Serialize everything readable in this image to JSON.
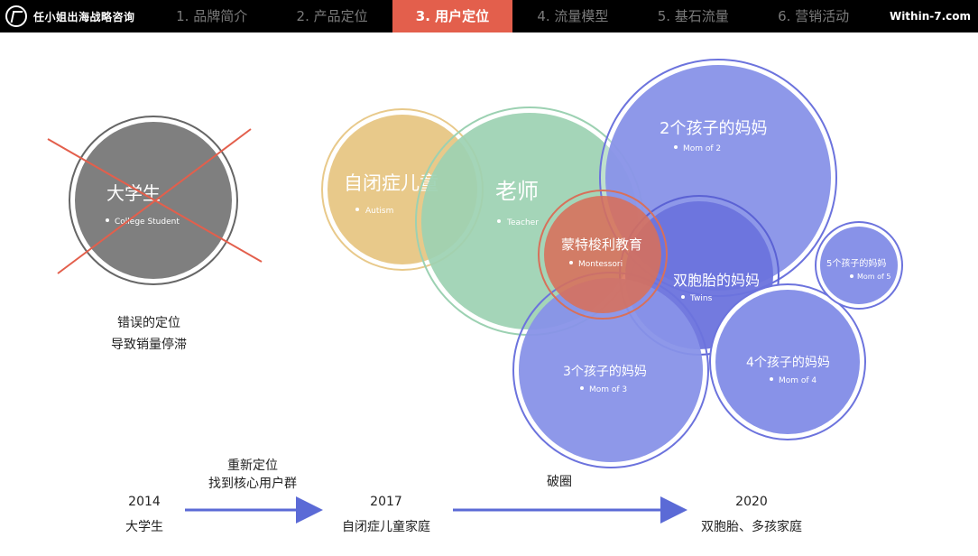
{
  "header": {
    "brand": "任小姐出海战略咨询",
    "tabs": [
      {
        "label": "1. 品牌简介",
        "active": false
      },
      {
        "label": "2. 产品定位",
        "active": false
      },
      {
        "label": "3. 用户定位",
        "active": true
      },
      {
        "label": "4. 流量模型",
        "active": false
      },
      {
        "label": "5. 基石流量",
        "active": false
      },
      {
        "label": "6. 营销活动",
        "active": false
      }
    ],
    "site": "Within-7.com",
    "accent_color": "#e35f4c"
  },
  "wrong_positioning": {
    "circle_title": "大学生",
    "circle_sub": "College Student",
    "caption_line1": "错误的定位",
    "caption_line2": "导致销量停滞",
    "circle_color": "#7f7f7f",
    "cross_color": "#e35f4c"
  },
  "segments": [
    {
      "id": "autism",
      "title": "自闭症儿童",
      "sub": "Autism",
      "color": "#e8c98a"
    },
    {
      "id": "teacher",
      "title": "老师",
      "sub": "Teacher",
      "color": "#9cd1b2"
    },
    {
      "id": "montessori",
      "title": "蒙特梭利教育",
      "sub": "Montessori",
      "color": "#d8705a"
    },
    {
      "id": "mom2",
      "title": "2个孩子的妈妈",
      "sub": "Mom of 2",
      "color": "#8892e8"
    },
    {
      "id": "twins",
      "title": "双胞胎的妈妈",
      "sub": "Twins",
      "color": "#6c73dd"
    },
    {
      "id": "mom3",
      "title": "3个孩子的妈妈",
      "sub": "Mom of 3",
      "color": "#8892e8"
    },
    {
      "id": "mom4",
      "title": "4个孩子的妈妈",
      "sub": "Mom of 4",
      "color": "#8892e8"
    },
    {
      "id": "mom5",
      "title": "5个孩子的妈妈",
      "sub": "Mom of 5",
      "color": "#8892e8"
    }
  ],
  "timeline": {
    "points": [
      {
        "year": "2014",
        "label": "大学生"
      },
      {
        "year": "2017",
        "label": "自闭症儿童家庭"
      },
      {
        "year": "2020",
        "label": "双胞胎、多孩家庭"
      }
    ],
    "transitions": [
      {
        "line1": "重新定位",
        "line2": "找到核心用户群"
      },
      {
        "line1": "破圈",
        "line2": ""
      }
    ],
    "arrow_color": "#5b6ad6"
  }
}
